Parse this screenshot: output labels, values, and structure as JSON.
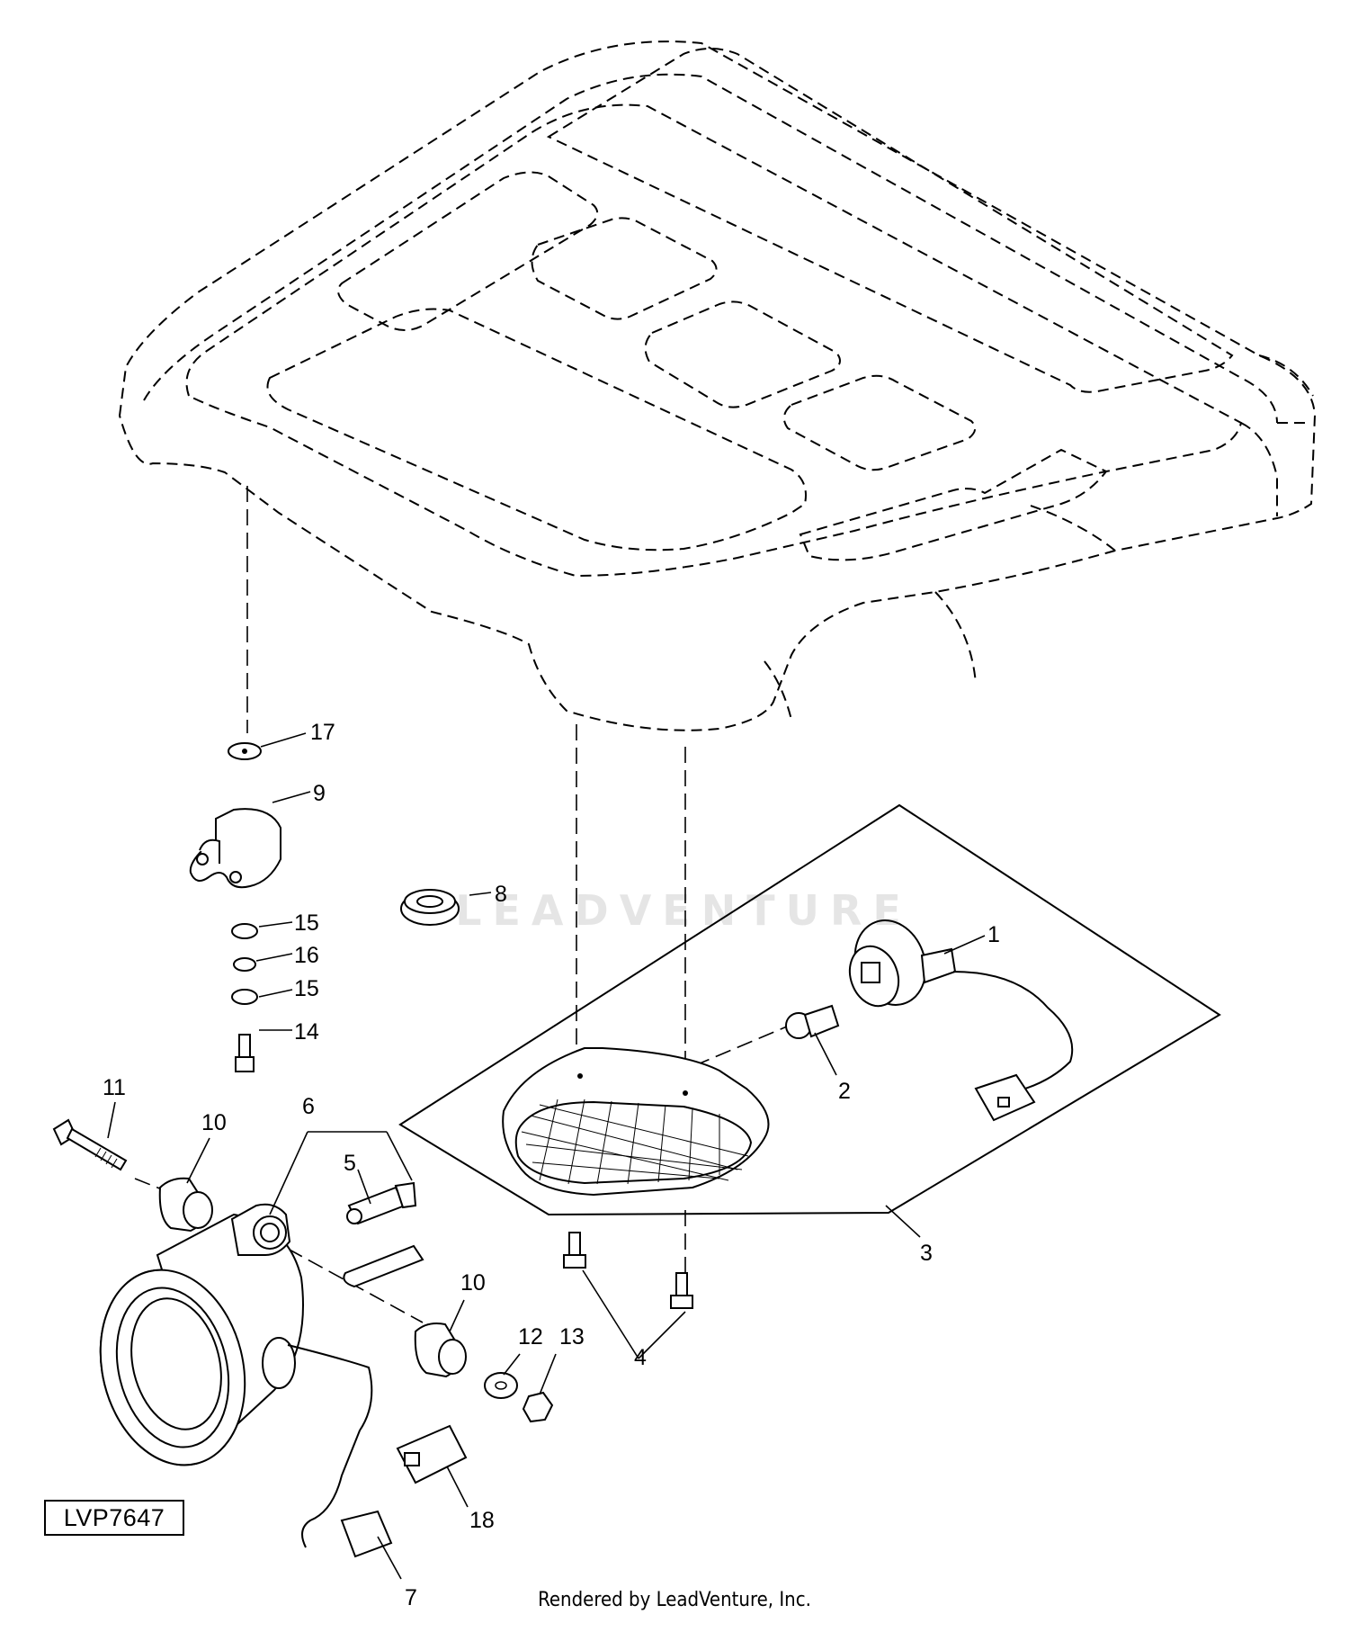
{
  "diagram": {
    "callouts": [
      {
        "id": "c1",
        "label": "1"
      },
      {
        "id": "c2",
        "label": "2"
      },
      {
        "id": "c3",
        "label": "3"
      },
      {
        "id": "c4",
        "label": "4"
      },
      {
        "id": "c5",
        "label": "5"
      },
      {
        "id": "c6",
        "label": "6"
      },
      {
        "id": "c7",
        "label": "7"
      },
      {
        "id": "c8",
        "label": "8"
      },
      {
        "id": "c9",
        "label": "9"
      },
      {
        "id": "c10a",
        "label": "10"
      },
      {
        "id": "c10b",
        "label": "10"
      },
      {
        "id": "c11",
        "label": "11"
      },
      {
        "id": "c12",
        "label": "12"
      },
      {
        "id": "c13",
        "label": "13"
      },
      {
        "id": "c14",
        "label": "14"
      },
      {
        "id": "c15a",
        "label": "15"
      },
      {
        "id": "c15b",
        "label": "15"
      },
      {
        "id": "c16",
        "label": "16"
      },
      {
        "id": "c17",
        "label": "17"
      },
      {
        "id": "c18",
        "label": "18"
      }
    ],
    "reference_code": "LVP7647",
    "watermark": "LEADVENTURE",
    "credit": "Rendered by LeadVenture, Inc."
  }
}
